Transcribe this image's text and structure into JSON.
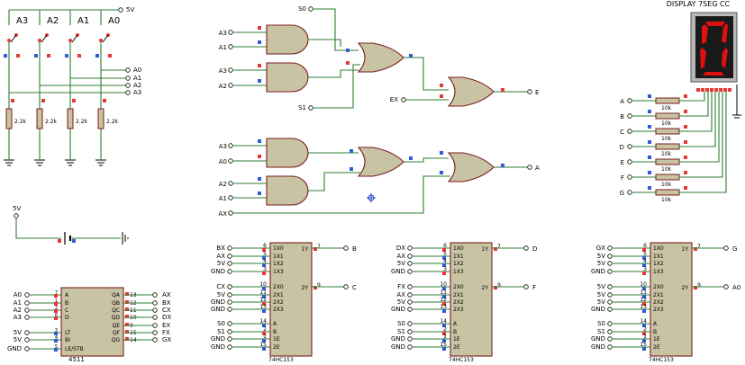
{
  "colors": {
    "wire": "#2e7d32",
    "chip_fill": "#c8c3a2",
    "chip_stroke": "#7a1e1e",
    "pin_high": "#e53935",
    "pin_low": "#2e5bd8",
    "segment_on": "#e01010",
    "display_bg": "#1a1a1a"
  },
  "switches": {
    "supply": "5V",
    "labels": [
      "A3",
      "A2",
      "A1",
      "A0"
    ],
    "resistor_value": "2.2k",
    "outputs": [
      "A0",
      "A1",
      "A2",
      "A3"
    ]
  },
  "battery": {
    "label": "5V"
  },
  "gates": {
    "upper": {
      "inputs": [
        "A3",
        "A1",
        "A3",
        "A2",
        "S0",
        "S1",
        "EX"
      ],
      "output": "E"
    },
    "lower": {
      "inputs": [
        "A3",
        "A0",
        "A2",
        "A1",
        "AX"
      ],
      "output": "A"
    }
  },
  "display": {
    "title": "DISPLAY 7SEG CC",
    "digit": "0",
    "segments": [
      "A",
      "B",
      "C",
      "D",
      "E",
      "F",
      "G"
    ],
    "resistor_value": "10k"
  },
  "decoder": {
    "part": "4511",
    "pins_left": [
      "A",
      "B",
      "C",
      "D",
      "LT",
      "BI",
      "LE/STB"
    ],
    "pin_nums_left": [
      "7",
      "1",
      "2",
      "6",
      "3",
      "4",
      "5"
    ],
    "inputs": [
      "A0",
      "A1",
      "A2",
      "A3",
      "5V",
      "5V",
      "GND"
    ],
    "pins_right": [
      "QA",
      "QB",
      "QC",
      "QD",
      "QE",
      "QF",
      "QG"
    ],
    "pin_nums_right": [
      "13",
      "12",
      "11",
      "10",
      "9",
      "15",
      "14"
    ],
    "outputs": [
      "AX",
      "BX",
      "CX",
      "DX",
      "EX",
      "FX",
      "GX"
    ]
  },
  "muxes": [
    {
      "part": "74HC153",
      "inputs_1": [
        "BX",
        "AX",
        "5V",
        "GND"
      ],
      "inputs_2": [
        "CX",
        "5V",
        "GND",
        "GND"
      ],
      "sel": [
        "S0",
        "S1",
        "GND",
        "GND"
      ],
      "out1": "B",
      "out2": "C"
    },
    {
      "part": "74HC153",
      "inputs_1": [
        "DX",
        "AX",
        "5V",
        "GND"
      ],
      "inputs_2": [
        "FX",
        "AX",
        "5V",
        "GND"
      ],
      "sel": [
        "S0",
        "S1",
        "GND",
        "GND"
      ],
      "out1": "D",
      "out2": "F"
    },
    {
      "part": "74HC153",
      "inputs_1": [
        "GX",
        "5V",
        "5V",
        "GND"
      ],
      "inputs_2": [
        "5V",
        "5V",
        "5V",
        "GND"
      ],
      "sel": [
        "S0",
        "S1",
        "GND",
        "GND"
      ],
      "out1": "G",
      "out2": "A0"
    }
  ],
  "mux_pin_labels": {
    "left": [
      "1X0",
      "1X1",
      "1X2",
      "1X3",
      "2X0",
      "2X1",
      "2X2",
      "2X3",
      "A",
      "B",
      "1E",
      "2E"
    ],
    "left_nums": [
      "6",
      "5",
      "4",
      "3",
      "10",
      "11",
      "12",
      "13",
      "14",
      "2",
      "1",
      "15"
    ],
    "right": [
      "1Y",
      "2Y"
    ],
    "right_nums": [
      "7",
      "9"
    ]
  }
}
